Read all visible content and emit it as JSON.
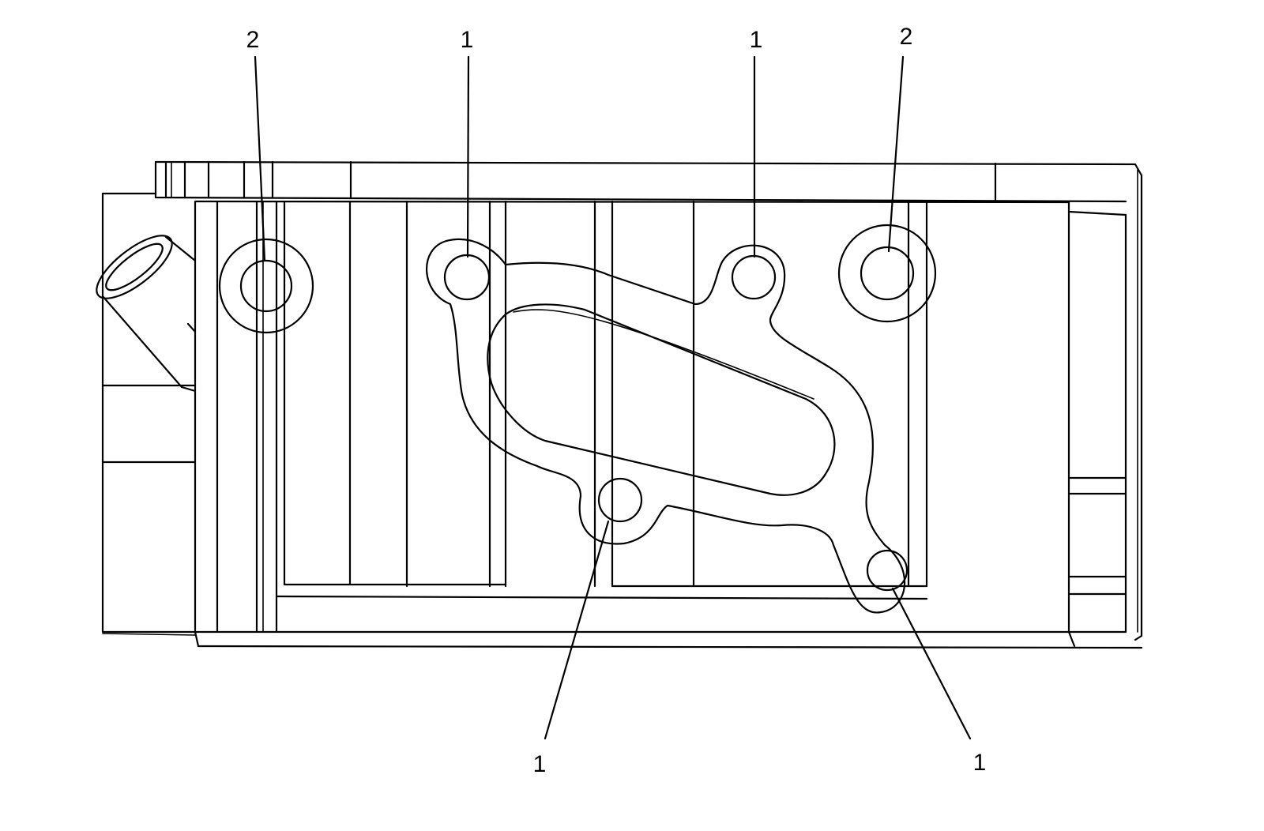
{
  "callouts": [
    {
      "id": "c-top-left-2",
      "label": "2"
    },
    {
      "id": "c-top-1a",
      "label": "1"
    },
    {
      "id": "c-top-1b",
      "label": "1"
    },
    {
      "id": "c-top-right-2",
      "label": "2"
    },
    {
      "id": "c-bottom-1a",
      "label": "1"
    },
    {
      "id": "c-bottom-1b",
      "label": "1"
    }
  ],
  "colors": {
    "line": "#000000",
    "background": "#ffffff"
  }
}
